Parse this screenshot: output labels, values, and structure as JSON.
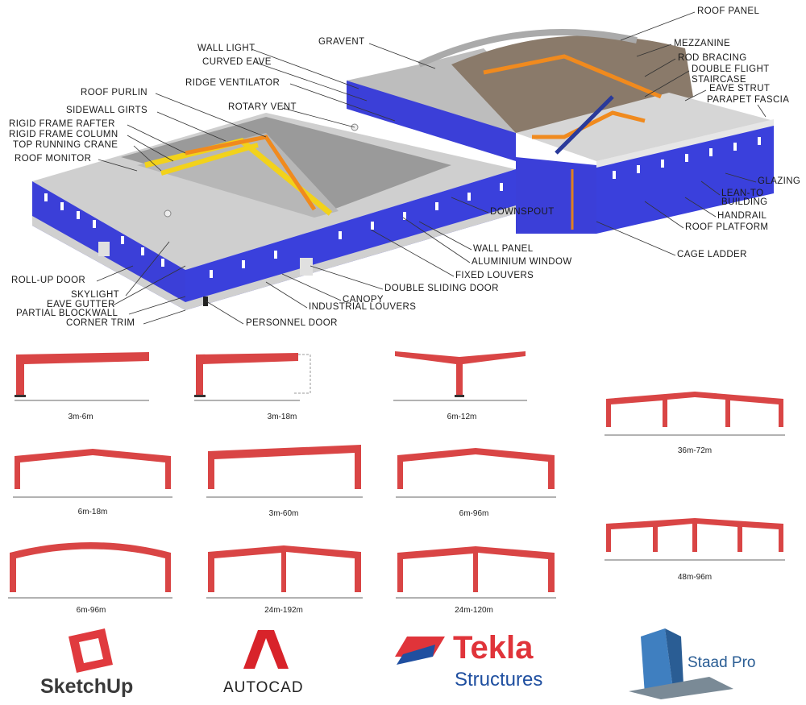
{
  "building_labels": {
    "roof_panel": "ROOF PANEL",
    "gravent": "GRAVENT",
    "mezzanine": "MEZZANINE",
    "wall_light": "WALL LIGHT",
    "rod_bracing": "ROD BRACING",
    "curved_eave": "CURVED EAVE",
    "double_flight": "DOUBLE FLIGHT",
    "staircase": "STAIRCASE",
    "ridge_ventilator": "RIDGE VENTILATOR",
    "eave_strut": "EAVE STRUT",
    "roof_purlin": "ROOF PURLIN",
    "parapet_fascia": "PARAPET FASCIA",
    "rotary_vent": "ROTARY VENT",
    "sidewall_girts": "SIDEWALL GIRTS",
    "rigid_frame_rafter": "RIGID FRAME RAFTER",
    "rigid_frame_column": "RIGID FRAME COLUMN",
    "top_running_crane": "TOP RUNNING CRANE",
    "roof_monitor": "ROOF MONITOR",
    "glazing": "GLAZING",
    "lean_to": "LEAN-TO",
    "building": "BUILDING",
    "downspout": "DOWNSPOUT",
    "handrail": "HANDRAIL",
    "roof_platform": "ROOF PLATFORM",
    "wall_panel": "WALL PANEL",
    "cage_ladder": "CAGE LADDER",
    "aluminium_window": "ALUMINIUM WINDOW",
    "fixed_louvers": "FIXED LOUVERS",
    "roll_up_door": "ROLL-UP DOOR",
    "double_sliding_door": "DOUBLE SLIDING DOOR",
    "skylight": "SKYLIGHT",
    "canopy": "CANOPY",
    "eave_gutter": "EAVE GUTTER",
    "industrial_louvers": "INDUSTRIAL LOUVERS",
    "partial_blockwall": "PARTIAL BLOCKWALL",
    "corner_trim": "CORNER TRIM",
    "personnel_door": "PERSONNEL DOOR"
  },
  "frames": [
    "3m-6m",
    "3m-18m",
    "6m-12m",
    "36m-72m",
    "6m-18m",
    "3m-60m",
    "6m-96m",
    "48m-96m",
    "6m-96m",
    "24m-192m",
    "24m-120m"
  ],
  "software": {
    "sketchup": "SketchUp",
    "autocad": "AUTOCAD",
    "tekla_1": "Tekla",
    "tekla_2": "Structures",
    "staad": "Staad Pro"
  },
  "colors": {
    "wall": "#3b3fd8",
    "roof": "#c9c9c9",
    "frame": "#d94545",
    "crane": "#f2d21b",
    "rafter": "#f08a1e"
  }
}
